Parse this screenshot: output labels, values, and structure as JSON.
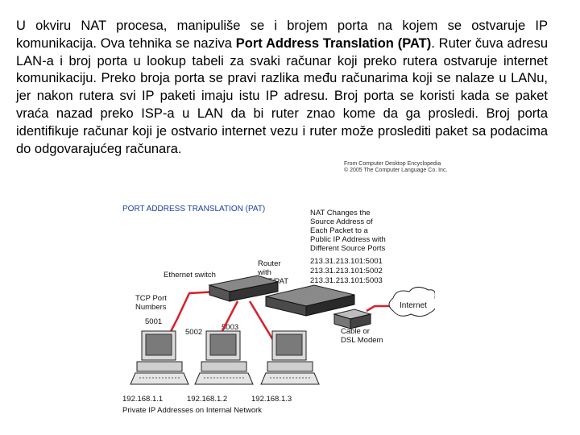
{
  "paragraph": {
    "text_before_bold": "U okviru NAT procesa, manipuliše se i brojem porta na kojem se ostvaruje IP komunikacija. Ova tehnika se naziva ",
    "bold_term": "Port Address Translation (PAT)",
    "text_after_bold": ". Ruter čuva adresu LAN-a i broj porta u lookup tabeli za svaki računar koji preko rutera ostvaruje internet komunikaciju. Preko broja porta se pravi razlika među računarima koji se nalaze u LANu, jer nakon rutera svi IP paketi imaju istu IP adresu. Broj porta se koristi kada se paket vraća nazad preko ISP-a u LAN da bi ruter znao kome da ga prosledi. Broj porta identifikuje računar koji je ostvario internet vezu i ruter može proslediti paket sa podacima do odgovarajućeg računara."
  },
  "credit": {
    "line1": "From Computer Desktop Encyclopedia",
    "line2": "© 2005 The Computer Language Co. Inc."
  },
  "diagram": {
    "title": "PORT ADDRESS TRANSLATION (PAT)",
    "nat_note": [
      "NAT Changes the",
      "Source Address of",
      "Each Packet to a",
      "Public IP Address with",
      "Different Source Ports"
    ],
    "public_ports": [
      "213.31.213.101:5001",
      "213.31.213.101:5002",
      "213.31.213.101:5003"
    ],
    "router_label": [
      "Router",
      "with",
      "NAT/PAT"
    ],
    "switch_label": "Ethernet switch",
    "tcp_label": [
      "TCP Port",
      "Numbers"
    ],
    "ports": [
      "5001",
      "5002",
      "5003"
    ],
    "internet_label": "Internet",
    "modem_label": [
      "Cable or",
      "DSL Modem"
    ],
    "private_ips": [
      "192.168.1.1",
      "192.168.1.2",
      "192.168.1.3"
    ],
    "private_caption": "Private IP Addresses on Internal Network",
    "colors": {
      "title": "#1a3fa8",
      "cable": "#d8202a",
      "accent": "#1a1a1a"
    }
  }
}
